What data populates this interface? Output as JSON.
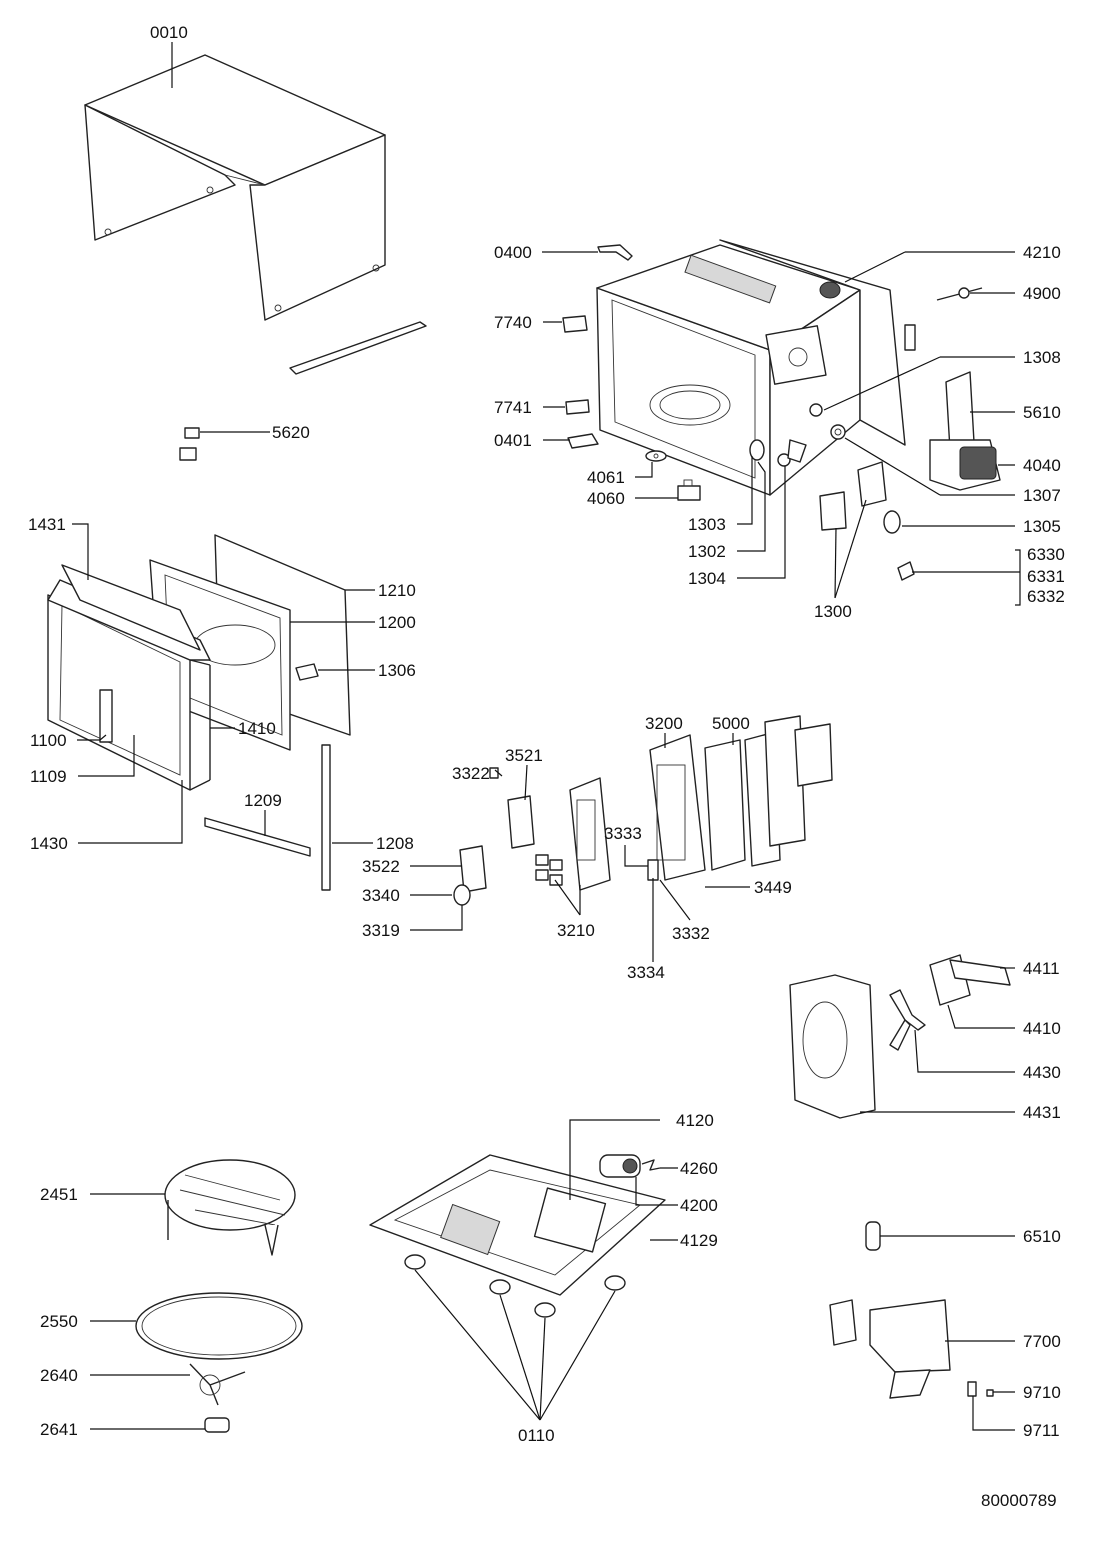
{
  "drawing_number": "80000789",
  "parts": {
    "p0010": "0010",
    "p0400": "0400",
    "p4210": "4210",
    "p4900": "4900",
    "p7740": "7740",
    "p1308": "1308",
    "p7741": "7741",
    "p5610": "5610",
    "p0401": "0401",
    "p4040": "4040",
    "p4061": "4061",
    "p1307": "1307",
    "p4060": "4060",
    "p1303": "1303",
    "p1305": "1305",
    "p1302": "1302",
    "p6330": "6330",
    "p6331": "6331",
    "p6332": "6332",
    "p1304": "1304",
    "p1300": "1300",
    "p5620": "5620",
    "p1431": "1431",
    "p1210": "1210",
    "p1200": "1200",
    "p1306": "1306",
    "p1410": "1410",
    "p1100": "1100",
    "p1109": "1109",
    "p1209": "1209",
    "p1430": "1430",
    "p1208": "1208",
    "p3200": "3200",
    "p5000": "5000",
    "p3521": "3521",
    "p3322": "3322",
    "p3333": "3333",
    "p3522": "3522",
    "p3449": "3449",
    "p3340": "3340",
    "p3319": "3319",
    "p3210": "3210",
    "p3332": "3332",
    "p3334": "3334",
    "p4411": "4411",
    "p4410": "4410",
    "p4430": "4430",
    "p4431": "4431",
    "p4120": "4120",
    "p4260": "4260",
    "p2451": "2451",
    "p4200": "4200",
    "p4129": "4129",
    "p6510": "6510",
    "p2550": "2550",
    "p7700": "7700",
    "p2640": "2640",
    "p9710": "9710",
    "p2641": "2641",
    "p9711": "9711",
    "p0110": "0110"
  }
}
